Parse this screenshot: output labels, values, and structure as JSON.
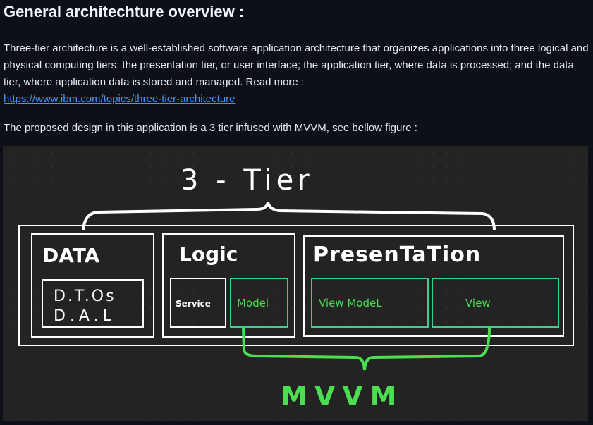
{
  "heading": "General architechture overview :",
  "intro": "Three-tier architecture is a well-established software application architecture that organizes applications into three logical and physical computing tiers: the presentation tier, or user interface; the application tier, where data is processed; and the data tier, where application data is stored and managed. Read more :",
  "link": "https://www.ibm.com/topics/three-tier-architecture",
  "design": "The proposed design in this application is a 3 tier infused with MVVM, see bellow figure :",
  "figure": {
    "title": "3 - Tier",
    "data": "DATA",
    "dto": "D.T.Os",
    "dal": "D.A.L",
    "logic": "Logic",
    "service": "Service",
    "model": "Model",
    "presentation": "PresenTaTion",
    "viewmodel": "View ModeL",
    "view": "View",
    "mvvm": "MVVM",
    "colors": {
      "white": "#ffffff",
      "green": "#4ade50",
      "box_green": "#3ecf8e"
    }
  }
}
